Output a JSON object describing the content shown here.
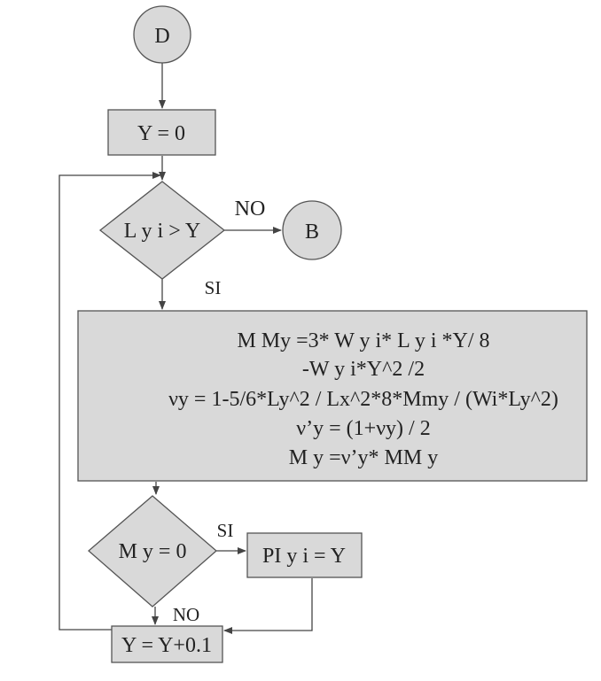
{
  "nodes": {
    "start": "D",
    "init": "Y = 0",
    "cond1": "L y i > Y",
    "exit": "B",
    "process": [
      "M My =3* W y i* L y i *Y/ 8",
      "-W y i*Y^2 /2",
      "νy = 1-5/6*Ly^2 / Lx^2*8*Mmy / (Wi*Ly^2)",
      "ν’y = (1+νy) / 2",
      "M y =ν’y* MM y"
    ],
    "cond2": "M y = 0",
    "assign": "PI y i = Y",
    "increment": "Y = Y+0.1"
  },
  "labels": {
    "cond1_no": "NO",
    "cond1_yes": "SI",
    "cond2_yes": "SI",
    "cond2_no": "NO"
  }
}
